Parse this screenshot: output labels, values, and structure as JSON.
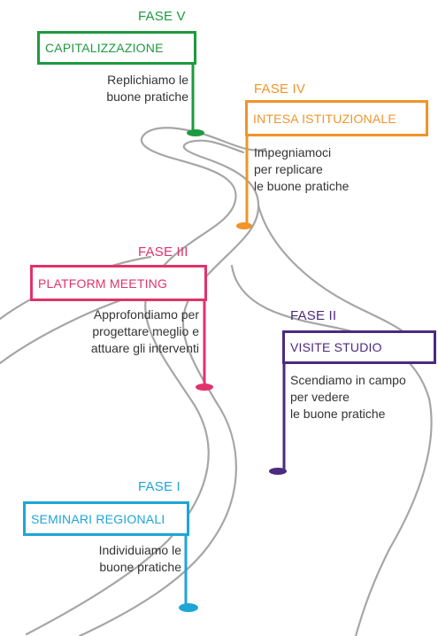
{
  "colors": {
    "fase_v": "#1e9a3f",
    "fase_iv": "#f0942b",
    "fase_iii": "#e0336a",
    "fase_ii": "#4b2a7f",
    "fase_i": "#1ea5d6",
    "road": "#9a9a9a"
  },
  "fase_v": {
    "label": "FASE V",
    "title": "CAPITALIZZAZIONE",
    "lines": [
      "Replichiamo le",
      "buone pratiche"
    ]
  },
  "fase_iv": {
    "label": "FASE IV",
    "title": "INTESA ISTITUZIONALE",
    "lines": [
      "Impegniamoci",
      "per replicare",
      "le buone pratiche"
    ]
  },
  "fase_iii": {
    "label": "FASE III",
    "title": "PLATFORM MEETING",
    "lines": [
      "Approfondiamo per",
      "progettare meglio e",
      "attuare gli interventi"
    ]
  },
  "fase_ii": {
    "label": "FASE II",
    "title": "VISITE STUDIO",
    "lines": [
      "Scendiamo in campo",
      "per vedere",
      "le buone pratiche"
    ]
  },
  "fase_i": {
    "label": "FASE I",
    "title": "SEMINARI REGIONALI",
    "lines": [
      "Individuiamo le",
      "buone pratiche"
    ]
  }
}
